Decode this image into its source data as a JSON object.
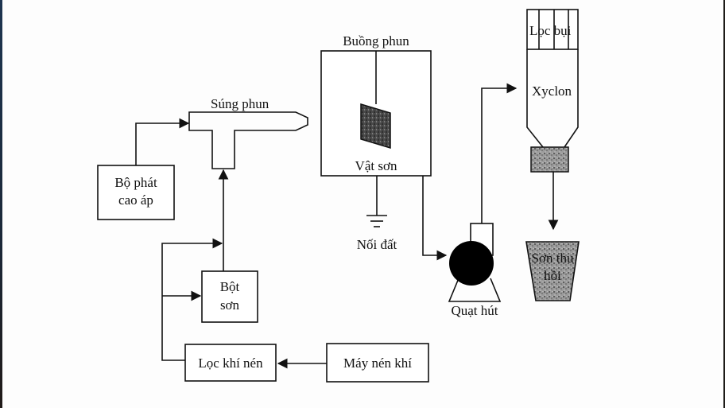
{
  "diagram": {
    "title": "",
    "components": {
      "spray_gun": {
        "label": "Súng phun"
      },
      "hv_generator": {
        "label_line1": "Bộ phát",
        "label_line2": "cao áp"
      },
      "spray_booth": {
        "label": "Buồng phun"
      },
      "workpiece": {
        "label": "Vật sơn"
      },
      "ground": {
        "label": "Nối đất"
      },
      "dust_filter": {
        "label": "Lọc bụi"
      },
      "cyclone": {
        "label": "Xyclon"
      },
      "exhaust_fan": {
        "label": "Quạt hút"
      },
      "recovered_paint": {
        "label_line1": "Sơn thu",
        "label_line2": "hồi"
      },
      "paint_powder": {
        "label_line1": "Bột",
        "label_line2": "sơn"
      },
      "air_filter": {
        "label": "Lọc khí nén"
      },
      "compressor": {
        "label": "Máy nén khí"
      }
    },
    "connections": [
      {
        "from": "hv_generator",
        "to": "spray_gun"
      },
      {
        "from": "paint_powder",
        "to": "spray_gun"
      },
      {
        "from": "air_filter",
        "to": "spray_gun"
      },
      {
        "from": "air_filter",
        "to": "paint_powder"
      },
      {
        "from": "compressor",
        "to": "air_filter"
      },
      {
        "from": "spray_booth",
        "to": "exhaust_fan"
      },
      {
        "from": "exhaust_fan",
        "to": "cyclone"
      },
      {
        "from": "cyclone",
        "to": "recovered_paint"
      },
      {
        "from": "workpiece",
        "to": "ground"
      }
    ],
    "colors": {
      "line": "#111111",
      "fill_dark": "#000000",
      "fill_speckle": "#8a8a8a",
      "background": "#fdfdfd"
    }
  }
}
